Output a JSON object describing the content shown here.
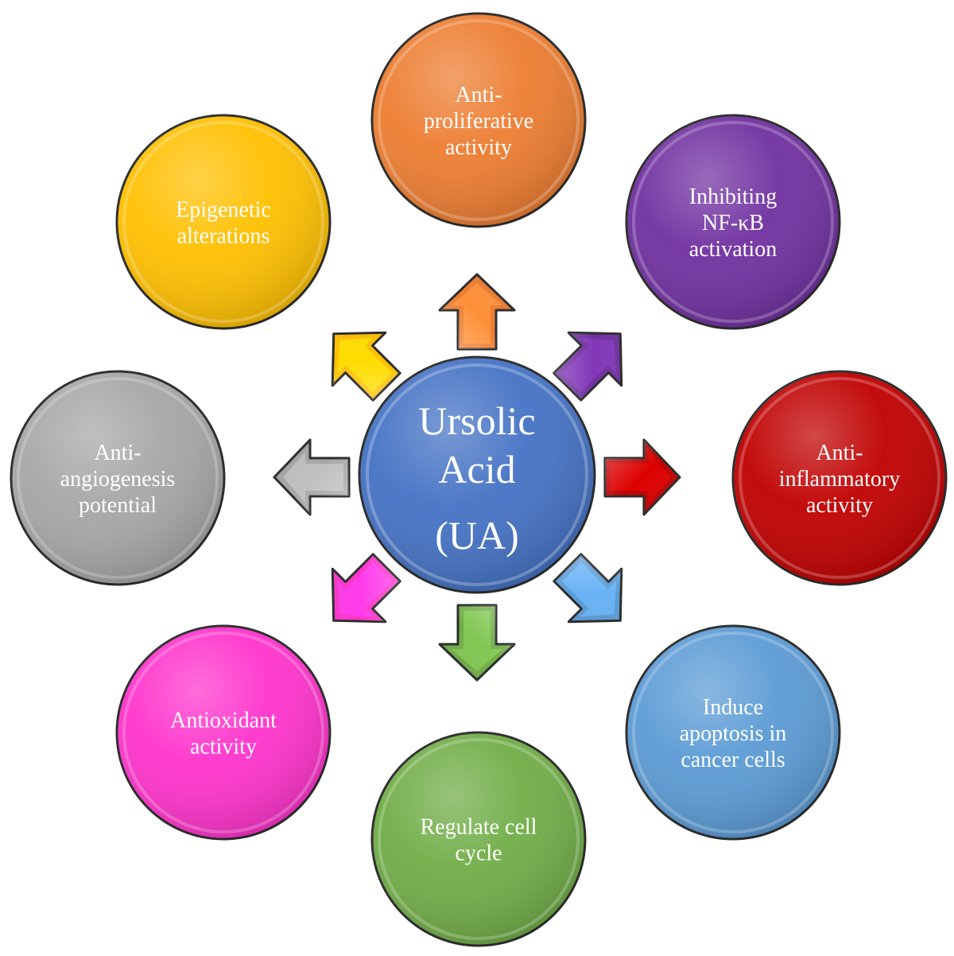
{
  "center": {
    "lines": [
      "Ursolic",
      "Acid",
      "(UA)"
    ],
    "color": "#4472C4"
  },
  "nodes": [
    {
      "id": "anti-proliferative",
      "lines": [
        "Anti-",
        "proliferative",
        "activity"
      ],
      "color": "#ED7D31"
    },
    {
      "id": "inhibiting-nfkb",
      "lines": [
        "Inhibiting",
        "NF-κB",
        "activation"
      ],
      "color": "#7030A0"
    },
    {
      "id": "anti-inflammatory",
      "lines": [
        "Anti-",
        "inflammatory",
        "activity"
      ],
      "color": "#C00000"
    },
    {
      "id": "induce-apoptosis",
      "lines": [
        "Induce",
        "apoptosis in",
        "cancer cells"
      ],
      "color": "#5B9BD5"
    },
    {
      "id": "regulate-cell-cycle",
      "lines": [
        "Regulate cell",
        "cycle"
      ],
      "color": "#70AD47"
    },
    {
      "id": "antioxidant",
      "lines": [
        "Antioxidant",
        "activity"
      ],
      "color": "#FF33CC"
    },
    {
      "id": "anti-angiogenesis",
      "lines": [
        "Anti-",
        "angiogenesis",
        "potential"
      ],
      "color": "#A6A6A6"
    },
    {
      "id": "epigenetic",
      "lines": [
        "Epigenetic",
        "alterations"
      ],
      "color": "#FFC000"
    }
  ]
}
